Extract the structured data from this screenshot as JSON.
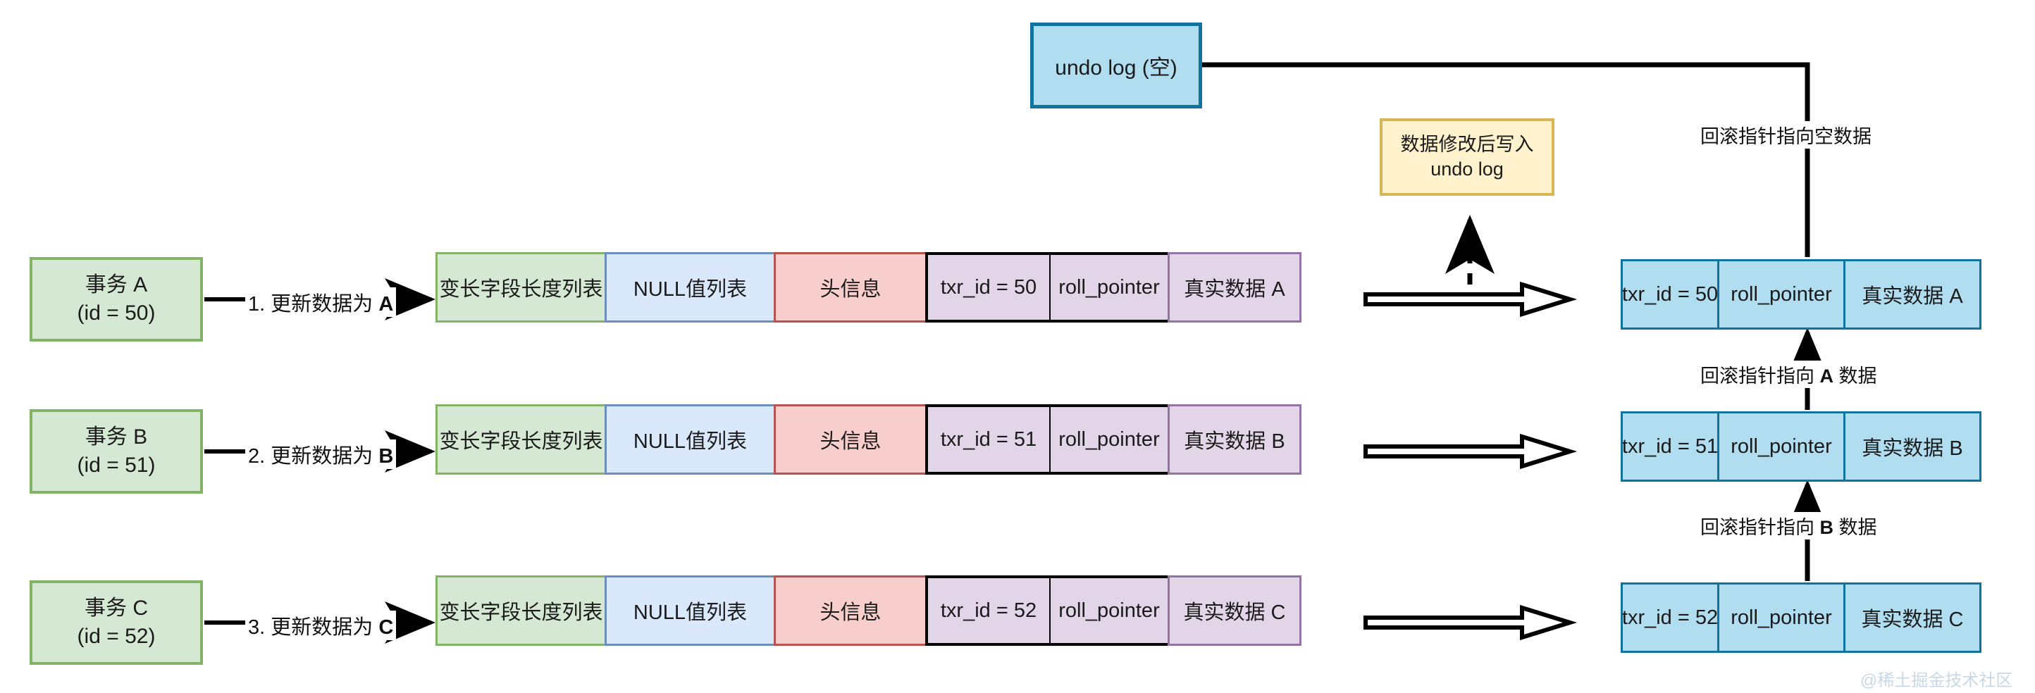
{
  "diagram": {
    "title": "MySQL InnoDB undo log / roll_pointer version chain",
    "watermark": "@稀土掘金技术社区",
    "colors": {
      "green_fill": "#d5e8d4",
      "green_stroke": "#82b366",
      "blue_fill": "#dae8fc",
      "blue_stroke": "#6c8ebf",
      "red_fill": "#f8cecc",
      "red_stroke": "#b85450",
      "purple_fill": "#e1d5e7",
      "purple_stroke": "#9673a6",
      "cyan_fill": "#b1ddf0",
      "cyan_stroke": "#10739e",
      "yellow_fill": "#fff2cc",
      "yellow_stroke": "#d6b656",
      "line": "#000000"
    }
  },
  "undo_log_box": {
    "label": "undo log (空)"
  },
  "note_box": {
    "line1": "数据修改后写入",
    "line2": "undo log"
  },
  "transactions": [
    {
      "name": "事务 A",
      "id_text": "(id = 50)"
    },
    {
      "name": "事务 B",
      "id_text": "(id = 51)"
    },
    {
      "name": "事务 C",
      "id_text": "(id = 52)"
    }
  ],
  "step_labels": [
    {
      "num": "1.",
      "text": "更新数据为",
      "value": "A"
    },
    {
      "num": "2.",
      "text": "更新数据为",
      "value": "B"
    },
    {
      "num": "3.",
      "text": "更新数据为",
      "value": "C"
    }
  ],
  "record_headers": {
    "varlen": "变长字段长度列表",
    "nulls": "NULL值列表",
    "header": "头信息"
  },
  "records": [
    {
      "varlen": "变长字段长度列表",
      "nulls": "NULL值列表",
      "header": "头信息",
      "txr_id": "txr_id = 50",
      "roll_pointer": "roll_pointer",
      "real_data": "真实数据 A"
    },
    {
      "varlen": "变长字段长度列表",
      "nulls": "NULL值列表",
      "header": "头信息",
      "txr_id": "txr_id = 51",
      "roll_pointer": "roll_pointer",
      "real_data": "真实数据 B"
    },
    {
      "varlen": "变长字段长度列表",
      "nulls": "NULL值列表",
      "header": "头信息",
      "txr_id": "txr_id = 52",
      "roll_pointer": "roll_pointer",
      "real_data": "真实数据 C"
    }
  ],
  "undo_records": [
    {
      "txr_id": "txr_id = 50",
      "roll_pointer": "roll_pointer",
      "real_data": "真实数据 A"
    },
    {
      "txr_id": "txr_id = 51",
      "roll_pointer": "roll_pointer",
      "real_data": "真实数据 B"
    },
    {
      "txr_id": "txr_id = 52",
      "roll_pointer": "roll_pointer",
      "real_data": "真实数据 C"
    }
  ],
  "annotations": [
    {
      "prefix": "回滚指针指向空数据",
      "value": ""
    },
    {
      "prefix": "回滚指针指向",
      "value": "A",
      "suffix": "数据"
    },
    {
      "prefix": "回滚指针指向",
      "value": "B",
      "suffix": "数据"
    }
  ]
}
